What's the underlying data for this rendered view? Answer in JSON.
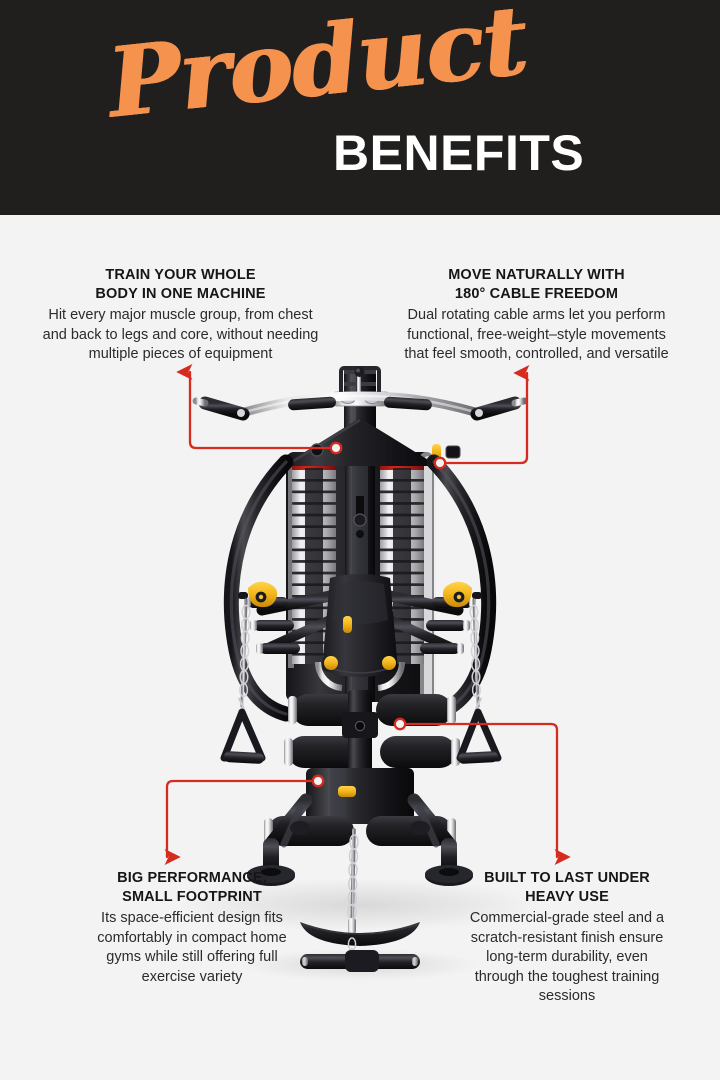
{
  "header": {
    "script_title": "Product",
    "main_title": "BENEFITS",
    "bg_color": "#211F1E",
    "accent_color": "#F5924E",
    "title_color": "#FFFFFF"
  },
  "page": {
    "bg_color": "#F2F3F2",
    "connector_color": "#D62B1F",
    "text_color": "#1D1D1B"
  },
  "callouts": [
    {
      "id": "train-whole-body",
      "title_line1": "TRAIN YOUR WHOLE",
      "title_line2": "BODY IN ONE MACHINE",
      "body_line1": "Hit every major muscle group, from chest",
      "body_line2": "and back to legs and core, without needing",
      "body_line3": "multiple pieces of equipment"
    },
    {
      "id": "cable-freedom",
      "title_line1": "MOVE NATURALLY WITH",
      "title_line2": "180° CABLE FREEDOM",
      "body_line1": "Dual rotating cable arms let you perform",
      "body_line2": "functional, free-weight–style movements",
      "body_line3": "that feel smooth, controlled, and versatile"
    },
    {
      "id": "small-footprint",
      "title_line1": "BIG PERFORMANCE,",
      "title_line2": "SMALL FOOTPRINT",
      "body_line1": "Its space-efficient design fits",
      "body_line2": "comfortably in compact home",
      "body_line3": "gyms while still offering full",
      "body_line4": "exercise variety"
    },
    {
      "id": "built-to-last",
      "title_line1": "BUILT TO LAST UNDER",
      "title_line2": "HEAVY USE",
      "body_line1": "Commercial-grade steel and a",
      "body_line2": "scratch-resistant finish ensure",
      "body_line3": "long-term durability, even",
      "body_line4": "through the toughest training",
      "body_line5": "sessions"
    }
  ],
  "product": {
    "name": "multi-station home gym",
    "parts": [
      "lat-pulldown-bar",
      "rotating-cable-arms",
      "chrome-weight-stacks",
      "adjustable-backrest",
      "yellow-adjustment-knobs",
      "handle-grips",
      "chain-triangle-handles",
      "leg-roller-pads",
      "low-row-foot-plate",
      "straight-bar",
      "stabilizer-feet"
    ]
  }
}
